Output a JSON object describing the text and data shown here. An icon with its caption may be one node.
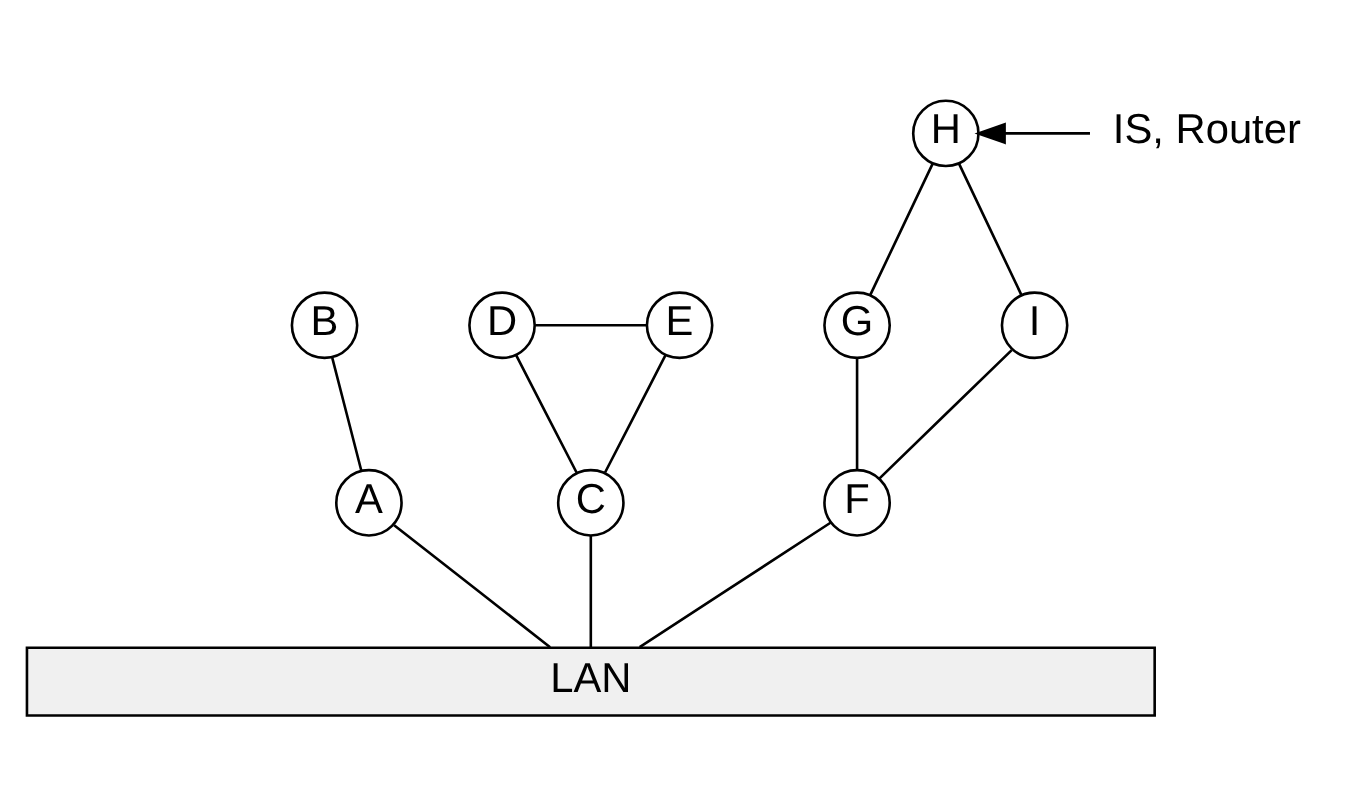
{
  "diagram": {
    "nodes": [
      {
        "text": [
          "H"
        ]
      },
      {
        "text": [
          "IS, Router"
        ]
      },
      {
        "text": [
          "B"
        ]
      },
      {
        "text": [
          "D"
        ]
      },
      {
        "text": [
          "E"
        ]
      },
      {
        "text": [
          "G"
        ]
      },
      {
        "text": [
          "I"
        ]
      },
      {
        "text": [
          "A"
        ]
      },
      {
        "text": [
          "C"
        ]
      },
      {
        "text": [
          "F"
        ]
      },
      {
        "text": [
          "LAN"
        ]
      }
    ],
    "edges": [
      {
        "from": 1,
        "to": 0,
        "arrow": "to"
      },
      {
        "from": 10,
        "to": 7,
        "arrow": "none"
      },
      {
        "from": 7,
        "to": 2,
        "arrow": "none"
      },
      {
        "from": 10,
        "to": 8,
        "arrow": "none"
      },
      {
        "from": 8,
        "to": 3,
        "arrow": "none"
      },
      {
        "from": 8,
        "to": 4,
        "arrow": "none"
      },
      {
        "from": 3,
        "to": 4,
        "arrow": "none"
      },
      {
        "from": 10,
        "to": 9,
        "arrow": "none"
      },
      {
        "from": 9,
        "to": 5,
        "arrow": "none"
      },
      {
        "from": 9,
        "to": 6,
        "arrow": "none"
      },
      {
        "from": 5,
        "to": 0,
        "arrow": "none"
      },
      {
        "from": 6,
        "to": 0,
        "arrow": "none"
      }
    ]
  }
}
